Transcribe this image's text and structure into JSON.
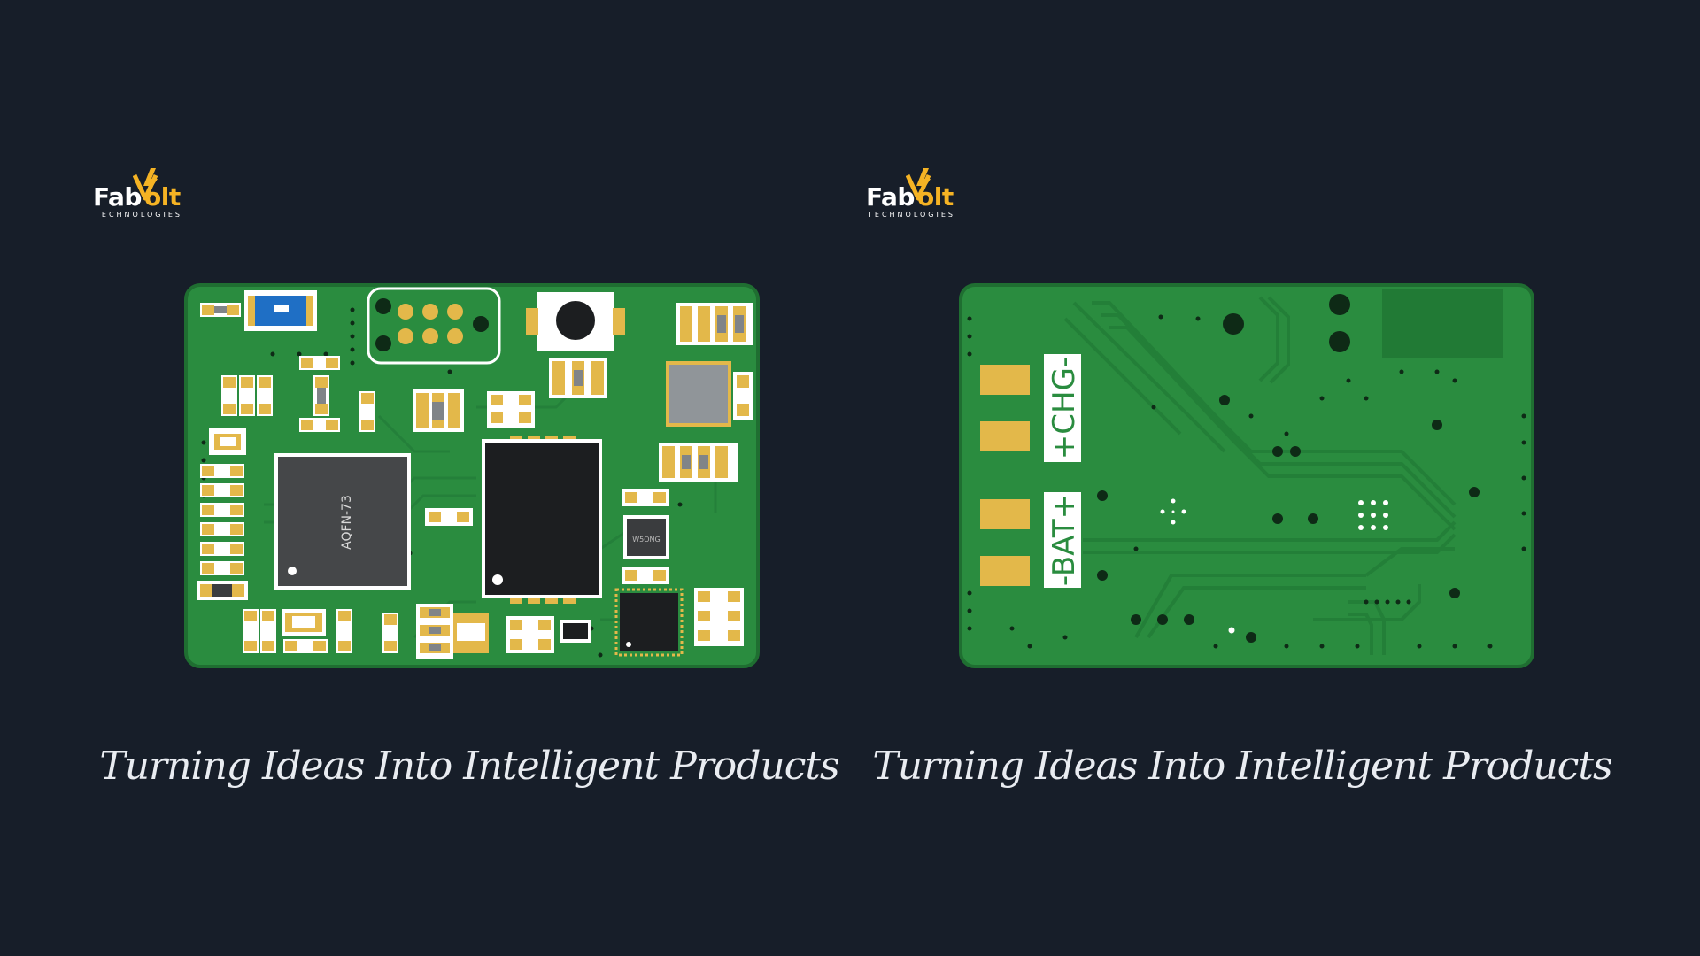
{
  "colors": {
    "background": "#171e29",
    "pcb_green": "#2a8c3f",
    "pcb_edge": "#1f6e31",
    "pad_gold": "#e3b84a",
    "chip_dark": "#2d2f32",
    "brand_yellow": "#f5b324"
  },
  "front_panel": {
    "logo": {
      "brand_left": "Fab",
      "brand_right": "olt",
      "subtitle": "TECHNOLOGIES",
      "icon": "lightning-bolt-icon"
    },
    "board": {
      "main_chip_label": "AQFN-73",
      "small_chip_label": "W5ONG"
    },
    "tagline": "Turning Ideas Into Intelligent Products"
  },
  "back_panel": {
    "logo": {
      "brand_left": "Fab",
      "brand_right": "olt",
      "subtitle": "TECHNOLOGIES",
      "icon": "lightning-bolt-icon"
    },
    "board": {
      "label_charge": "+CHG-",
      "label_battery": "-BAT+"
    },
    "tagline": "Turning Ideas Into Intelligent Products"
  }
}
